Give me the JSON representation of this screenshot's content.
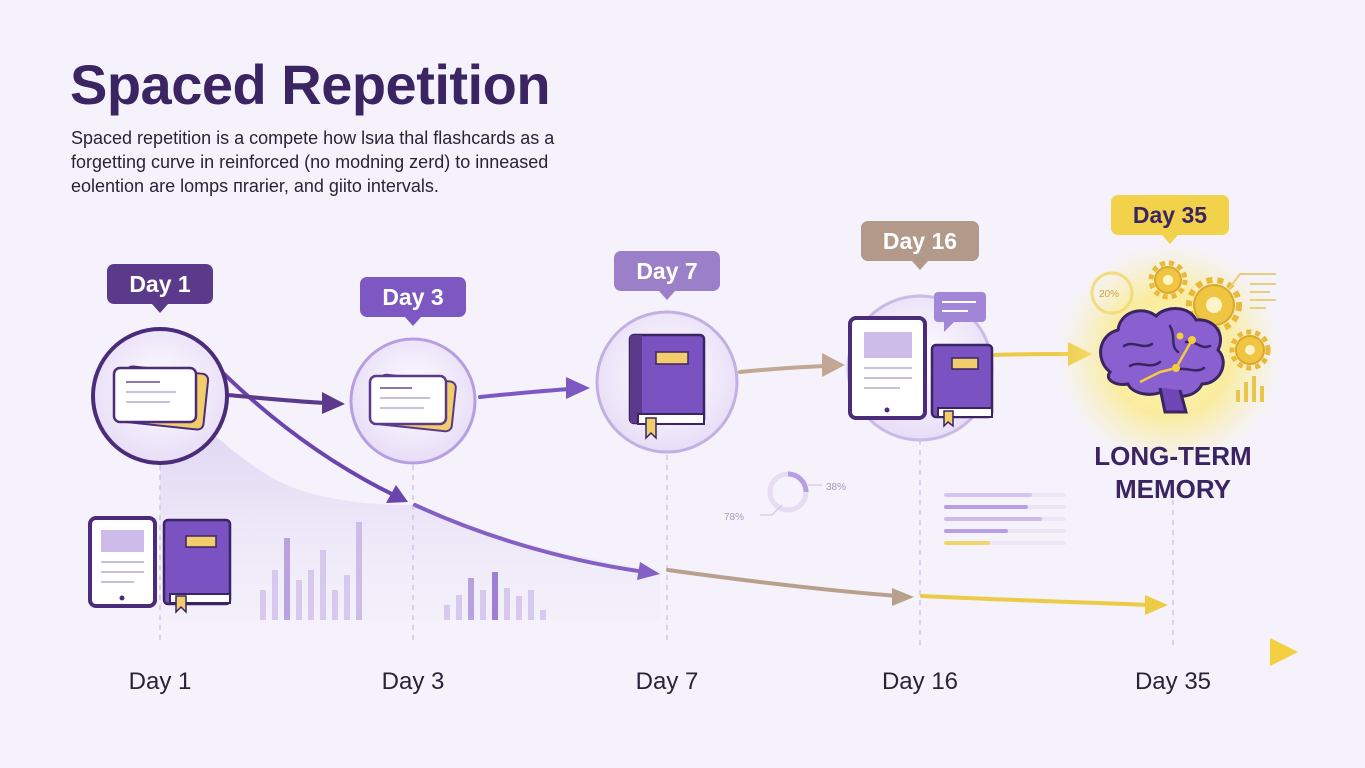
{
  "header": {
    "title": "Spaced Repetition",
    "description_lines": [
      "Spaced repetition is a compete how lsиa thal flashcards as a",
      "forgetting curve in reinforced (no modning zerd) to inneased",
      "eolention are lomps пrarier, and giito intervals."
    ]
  },
  "stages": [
    {
      "label": "Day 1",
      "icon": "flashcards-icon",
      "tag_color": "#5b3a8c"
    },
    {
      "label": "Day 3",
      "icon": "flashcards-icon",
      "tag_color": "#7d58c2"
    },
    {
      "label": "Day 7",
      "icon": "book-icon",
      "tag_color": "#9b7fc8"
    },
    {
      "label": "Day 16",
      "icon": "tablet-and-book-icon",
      "tag_color": "#b2998a"
    },
    {
      "label": "Day 35",
      "icon": "brain-icon",
      "tag_color": "#f2d24b"
    }
  ],
  "memory_label_lines": [
    "LONG-TERM",
    "MEMORY"
  ],
  "decor_labels": {
    "donut_a": "20%",
    "donut_b": "38%",
    "donut_c": "78%"
  },
  "timeline": {
    "ticks": [
      "Day 1",
      "Day 3",
      "Day 7",
      "Day 16",
      "Day 35"
    ]
  },
  "colors": {
    "dark_purple": "#4a2c7a",
    "purple": "#7b52c2",
    "light_purple": "#e9e1f7",
    "gold": "#f2ce3e",
    "tan": "#c7a98a"
  }
}
